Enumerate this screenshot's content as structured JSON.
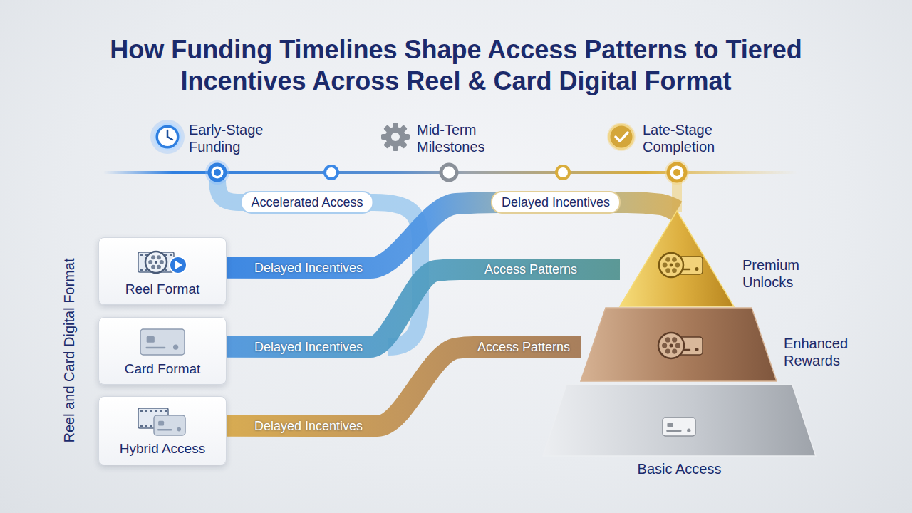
{
  "diagram": {
    "title": "How Funding Timelines Shape Access Patterns to Tiered Incentives Across Reel & Card Digital Format",
    "nodes": [
      {
        "text": [
          "Reel Format"
        ]
      },
      {
        "text": [
          "Card Format"
        ]
      },
      {
        "text": [
          "Hybrid Access"
        ]
      },
      {
        "text": [
          "Premium Unlocks"
        ]
      },
      {
        "text": [
          "Enhanced Rewards"
        ]
      },
      {
        "text": [
          "Basic Access"
        ]
      }
    ],
    "edges": [
      {
        "from": 0,
        "to": 3,
        "arrow": "none",
        "label": "Delayed Incentives"
      },
      {
        "from": 1,
        "to": 3,
        "arrow": "none",
        "label": "Delayed Incentives"
      },
      {
        "from": 2,
        "to": 4,
        "arrow": "none",
        "label": "Delayed Incentives"
      }
    ],
    "labels": [
      "Early-Stage Funding",
      "Mid-Term Milestones",
      "Late-Stage Completion",
      "Accelerated Access",
      "Delayed Incentives",
      "Access Patterns",
      "Access Patterns",
      "Reel and Card Digital Format"
    ]
  }
}
